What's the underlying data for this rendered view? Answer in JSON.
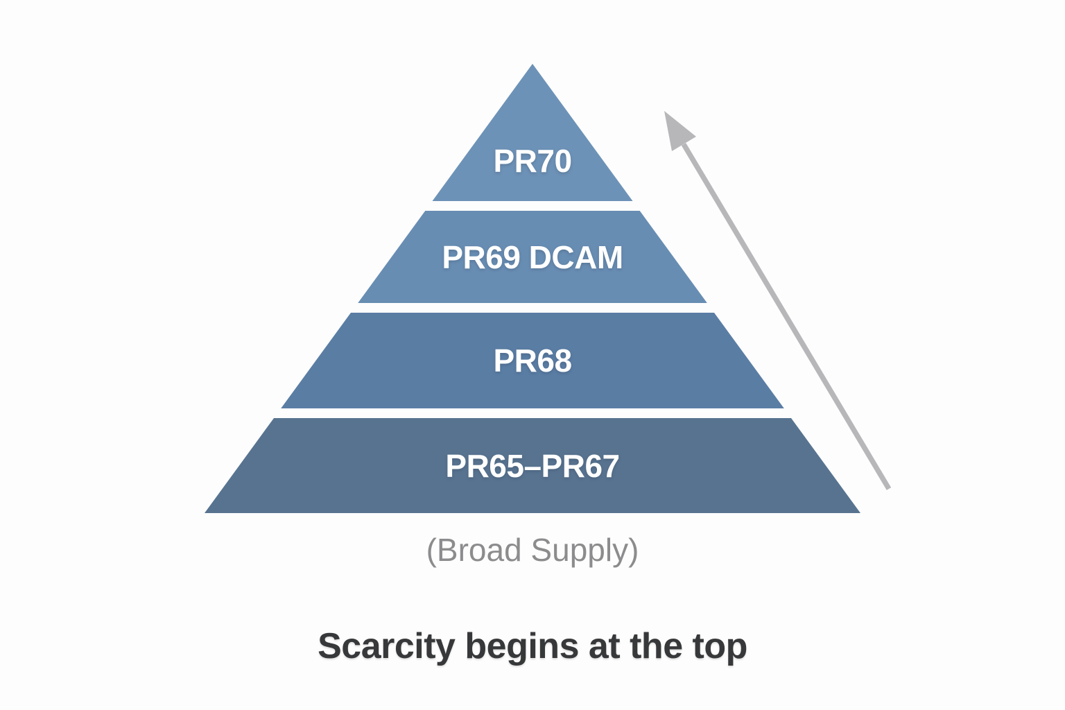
{
  "pyramid": {
    "tiers": [
      {
        "label": "PR70",
        "color": "#6d92b7"
      },
      {
        "label": "PR69 DCAM",
        "color": "#688db3"
      },
      {
        "label": "PR68",
        "color": "#5a7da4"
      },
      {
        "label": "PR65–PR67",
        "color": "#577390"
      }
    ],
    "base_caption": "(Broad Supply)"
  },
  "caption": "Scarcity begins at the top",
  "arrow": {
    "direction": "up-toward-apex",
    "color": "#b7b7ba"
  },
  "colors": {
    "background": "#fdfdfd",
    "tier_text": "#ffffff",
    "base_caption_text": "#8c8c8e",
    "caption_text": "#37383a"
  }
}
